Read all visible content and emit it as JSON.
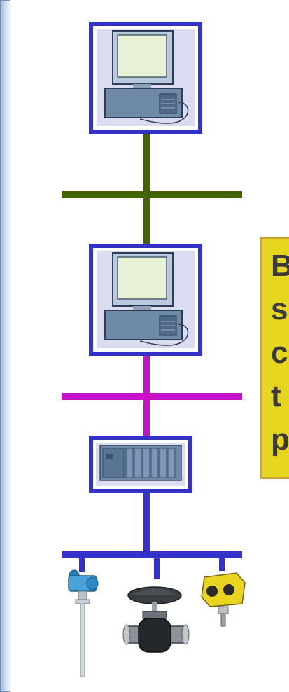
{
  "colors": {
    "node_border": "#3431c8",
    "node_fill": "#dcdcf0",
    "upper_bus": "#446400",
    "middle_bus": "#c811c8",
    "field_bus": "#3431c8",
    "callout_fill": "#e6d61e",
    "callout_border": "#c8a43a"
  },
  "icons": {
    "top_node": "computer-icon",
    "middle_node": "computer-icon",
    "controller_node": "plc-rack-icon",
    "field_devices": [
      "radar-level-transmitter-icon",
      "control-valve-icon",
      "junction-box-sensor-icon"
    ]
  },
  "callout": {
    "lines": [
      "B",
      "s",
      "c",
      "t",
      "p"
    ]
  }
}
